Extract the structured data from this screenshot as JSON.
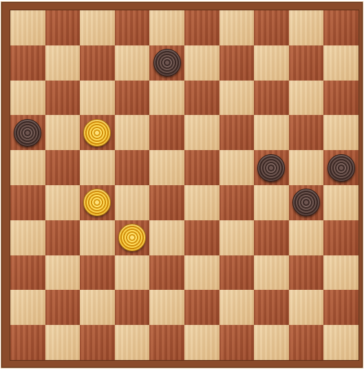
{
  "board": {
    "rows": 10,
    "cols": 10,
    "light_square_color": "#e8c898",
    "dark_square_color": "#a8583a",
    "frame_color": "#8a4b2b"
  },
  "pieces": [
    {
      "color": "dark",
      "row": 1,
      "col": 4
    },
    {
      "color": "dark",
      "row": 3,
      "col": 0
    },
    {
      "color": "light",
      "row": 3,
      "col": 2
    },
    {
      "color": "dark",
      "row": 4,
      "col": 7
    },
    {
      "color": "dark",
      "row": 4,
      "col": 9
    },
    {
      "color": "light",
      "row": 5,
      "col": 2
    },
    {
      "color": "dark",
      "row": 5,
      "col": 8
    },
    {
      "color": "light",
      "row": 6,
      "col": 3
    }
  ],
  "piece_colors": {
    "dark": "#5a443f",
    "light": "#f4c43a"
  }
}
